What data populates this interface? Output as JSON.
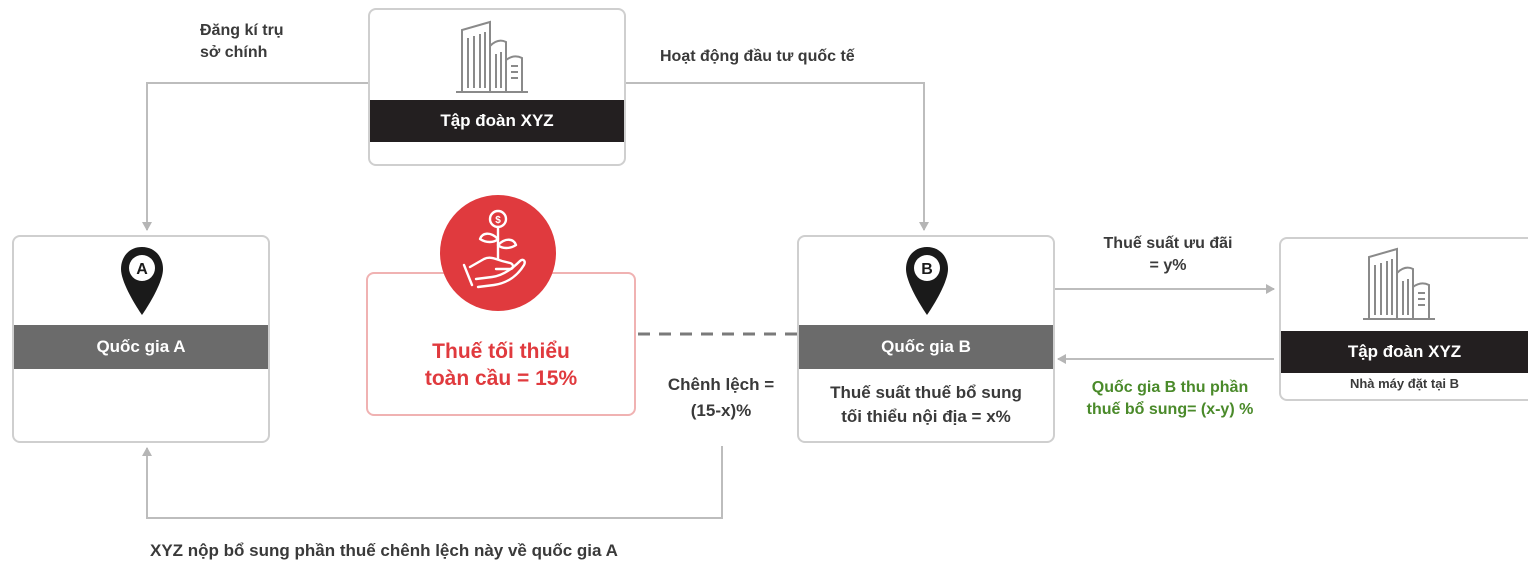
{
  "colors": {
    "accent_red": "#e03a3e",
    "green": "#4a8a2a",
    "dark_bar": "#231f20",
    "grey_bar": "#6b6b6b",
    "border": "#cfcfcf"
  },
  "top_corp": {
    "title": "Tập đoàn XYZ",
    "icon": "buildings-icon"
  },
  "labels": {
    "register_line1": "Đăng kí trụ",
    "register_line2": "sở chính",
    "intl_investment": "Hoạt động đầu tư quốc tế",
    "pref_rate_line1": "Thuế suất ưu đãi",
    "pref_rate_line2": "= y%",
    "diff_line1": "Chênh lệch =",
    "diff_line2": "(15-x)%",
    "collect_line1": "Quốc gia B thu phần",
    "collect_line2": "thuế bổ sung= (x-y) %",
    "bottom": "XYZ nộp bổ sung phần thuế chênh lệch này về quốc gia A"
  },
  "country_a": {
    "pin_letter": "A",
    "title": "Quốc gia A"
  },
  "global_min": {
    "line1": "Thuế tối thiểu",
    "line2": "toàn cầu = 15%",
    "icon": "money-plant-hand-icon"
  },
  "country_b": {
    "pin_letter": "B",
    "title": "Quốc gia B",
    "desc_line1": "Thuế suất thuế bổ sung",
    "desc_line2": "tối thiểu nội địa = x%"
  },
  "right_corp": {
    "title": "Tập đoàn XYZ",
    "subtitle": "Nhà máy đặt tại B",
    "icon": "buildings-icon"
  }
}
